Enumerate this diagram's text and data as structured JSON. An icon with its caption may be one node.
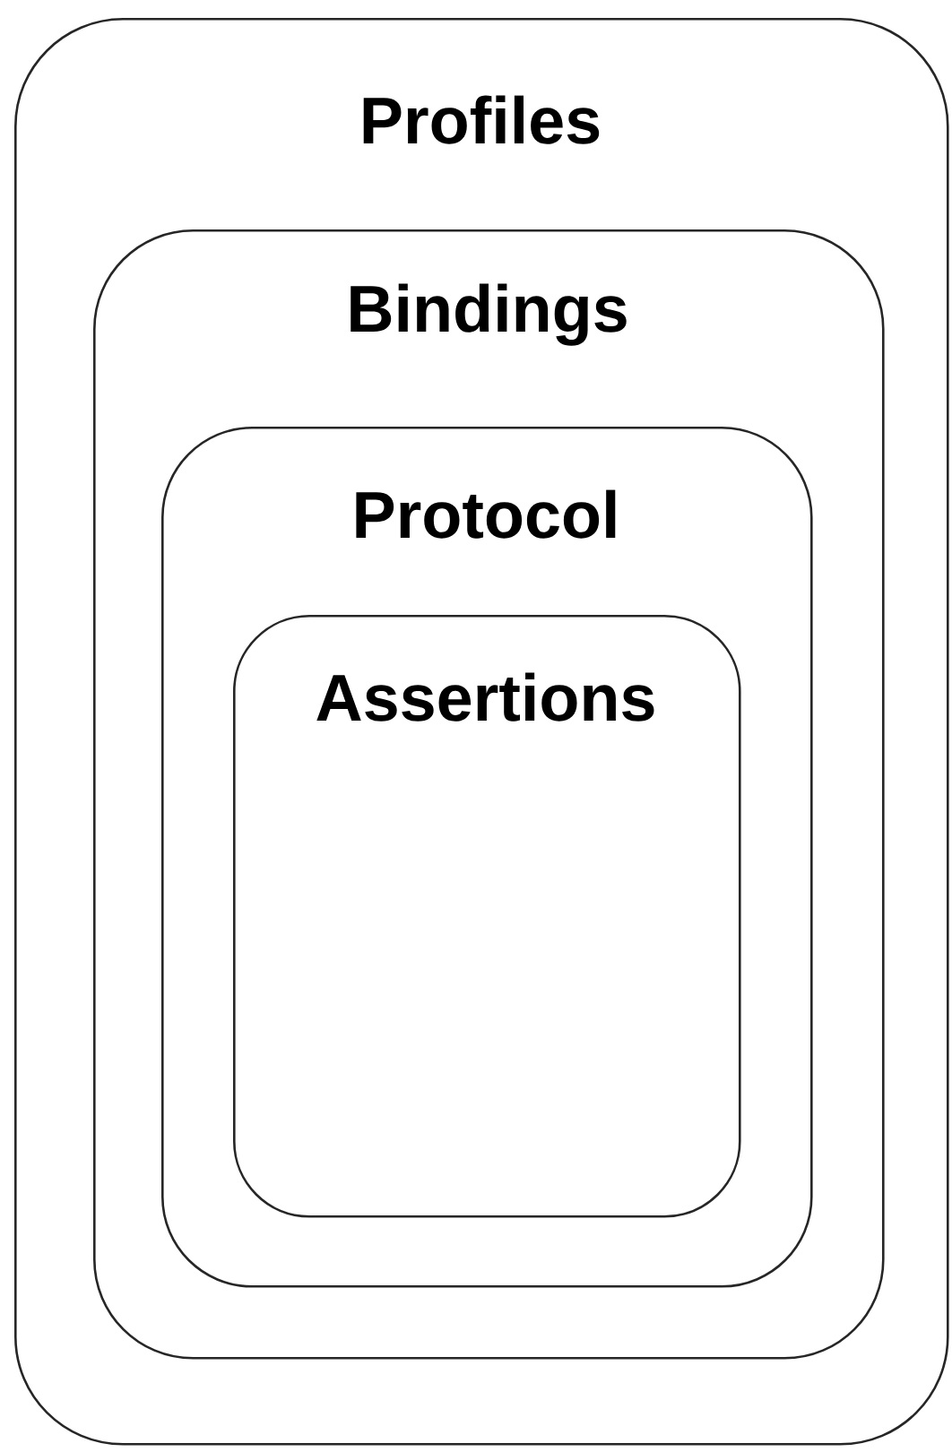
{
  "diagram": {
    "nodes": [
      {
        "text": [
          "Profiles"
        ]
      },
      {
        "text": [
          "Bindings"
        ],
        "in": 0
      },
      {
        "text": [
          "Protocol"
        ],
        "in": 1
      },
      {
        "text": [
          "Assertions"
        ],
        "in": 2
      }
    ]
  }
}
